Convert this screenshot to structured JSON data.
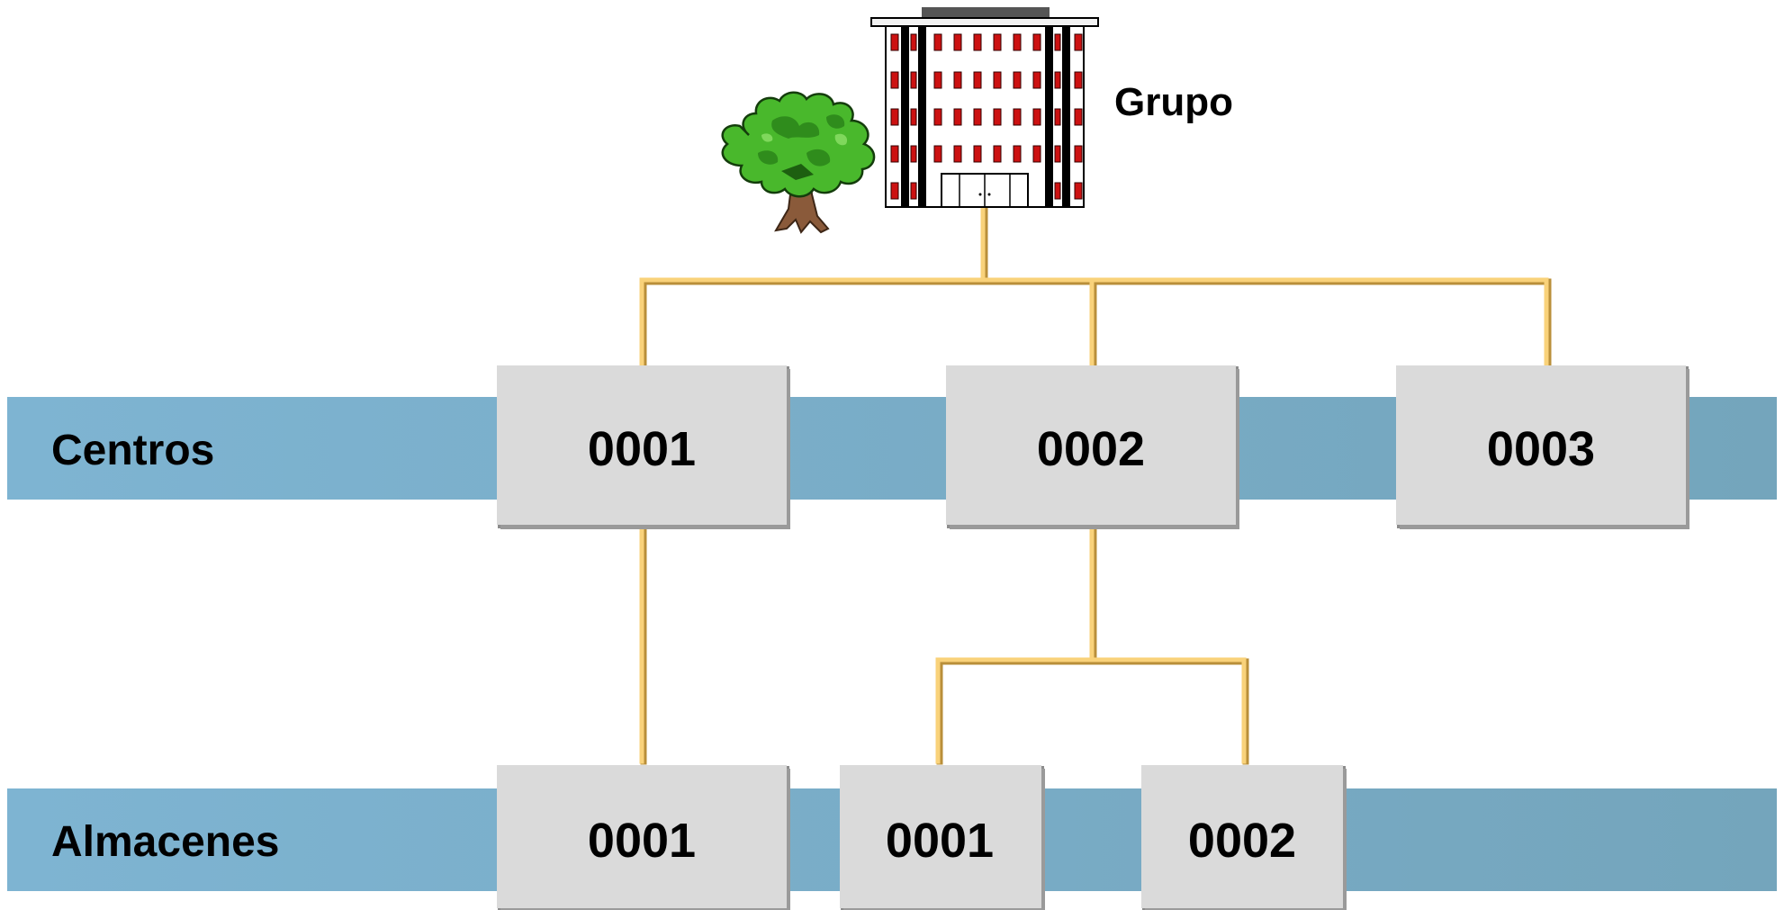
{
  "group": {
    "label": "Grupo",
    "icons": [
      "building-icon",
      "tree-icon"
    ]
  },
  "rows": {
    "centros": {
      "label": "Centros",
      "boxes": [
        "0001",
        "0002",
        "0003"
      ]
    },
    "almacenes": {
      "label": "Almacenes",
      "boxes": [
        "0001",
        "0001",
        "0002"
      ]
    }
  },
  "colors": {
    "band_left": "#7eb4d2",
    "band_right": "#74a5bc",
    "box_fill": "#dadada",
    "box_shadow": "#8c8c8c",
    "connector": "#f6c866",
    "building_window": "#cc1111"
  }
}
